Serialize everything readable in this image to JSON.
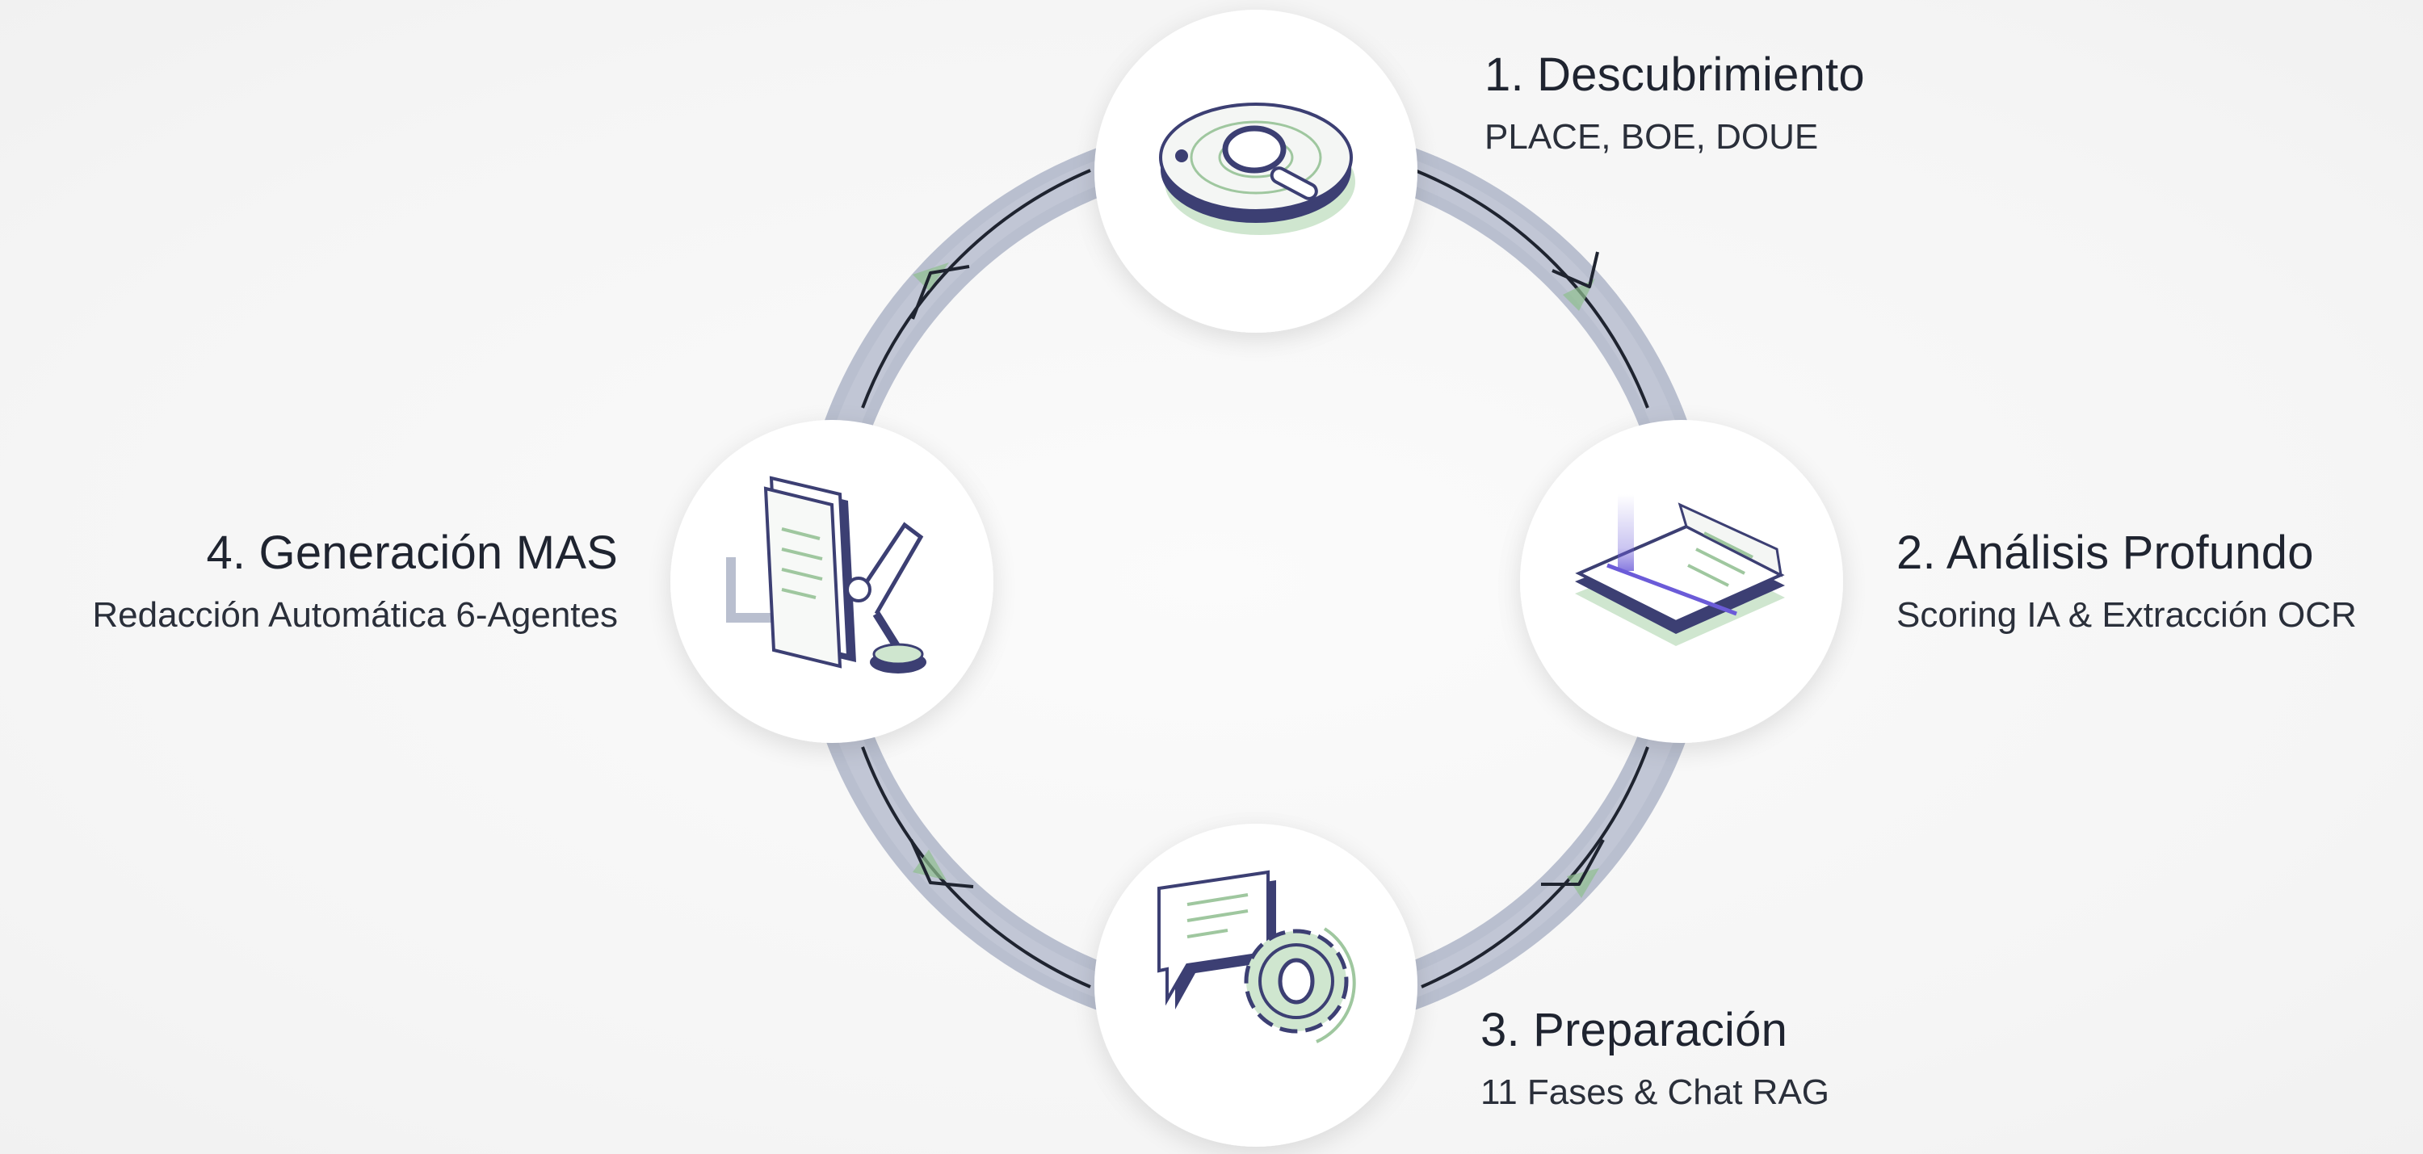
{
  "steps": [
    {
      "title": "1. Descubrimiento",
      "subtitle": "PLACE, BOE, DOUE",
      "icon": "radar-magnifier-icon"
    },
    {
      "title": "2. Análisis Profundo",
      "subtitle": "Scoring IA & Extracción OCR",
      "icon": "document-scan-icon"
    },
    {
      "title": "3. Preparación",
      "subtitle": "11 Fases & Chat RAG",
      "icon": "chat-gear-icon"
    },
    {
      "title": "4. Generación MAS",
      "subtitle": "Redacción Automática 6-Agentes",
      "icon": "robot-arm-documents-icon"
    }
  ],
  "colors": {
    "ring": "#b9bfcf",
    "arrow": "#1f2430",
    "arrow_accent": "#8fbf8f",
    "node_bg": "#ffffff",
    "icon_dark": "#3c3f73",
    "icon_green": "#cfe6cf",
    "scan_beam": "#6b5bd8",
    "text": "#1f2430"
  }
}
